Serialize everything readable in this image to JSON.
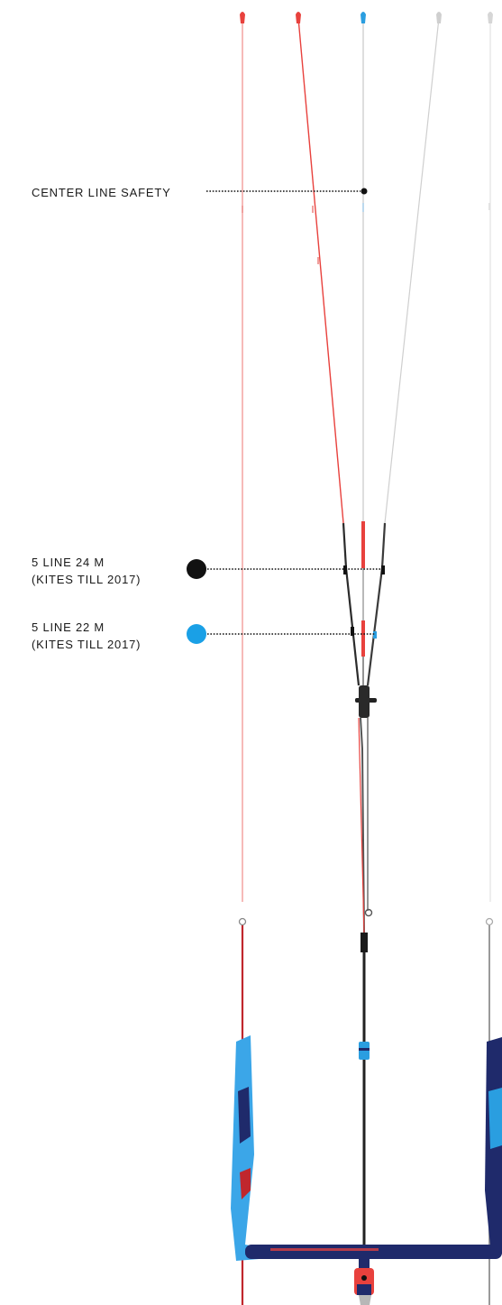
{
  "annotations": {
    "center_line_safety": {
      "text": "CENTER LINE SAFETY",
      "dot_color": "#111111"
    },
    "five_line_24m": {
      "line1": "5 LINE 24 M",
      "line2": "(KITES TILL 2017)",
      "dot_color": "#111111"
    },
    "five_line_22m": {
      "line1": "5 LINE 22 M",
      "line2": "(KITES TILL 2017)",
      "dot_color": "#1aa0e6"
    }
  },
  "colors": {
    "red_line": "#e8413d",
    "blue_accent": "#2a9ee0",
    "grey_line": "#bdbdbd",
    "bar_navy": "#1f2a6b",
    "float_light_blue": "#3ba6e8",
    "leader_line": "#111111"
  }
}
